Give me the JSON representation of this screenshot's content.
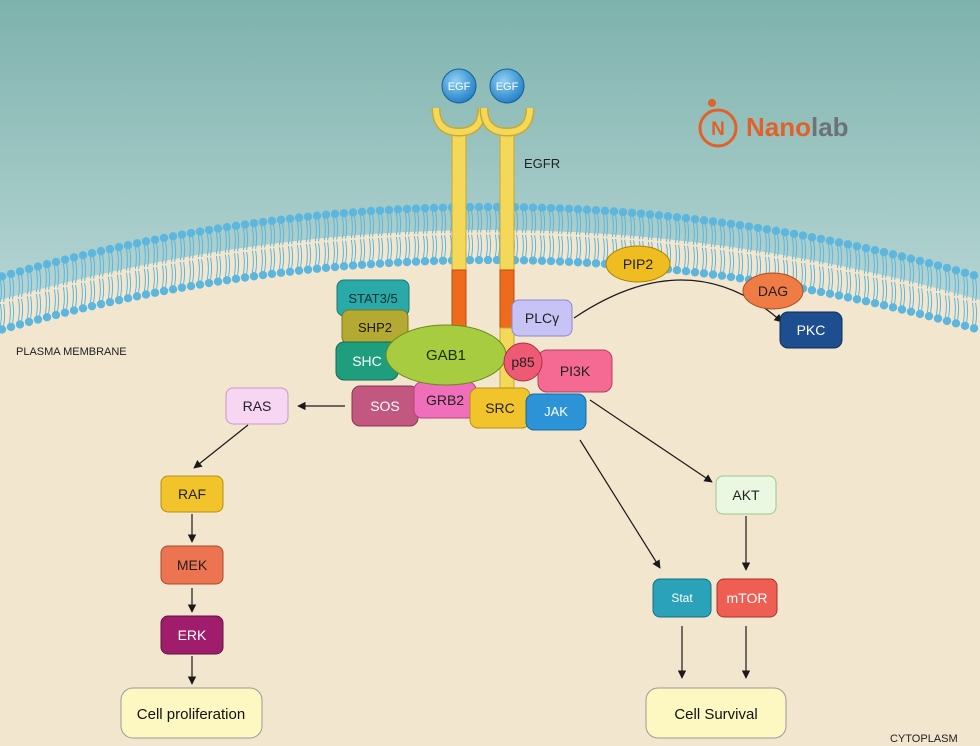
{
  "logo": {
    "letter": "N",
    "text_a": "Nano",
    "text_b": "lab",
    "color_orange": "#e0622a",
    "color_gray": "#6d7378"
  },
  "labels": {
    "plasma_membrane": "PLASMA MEMBRANE",
    "cytoplasm": "CYTOPLASM",
    "egfr": "EGFR"
  },
  "ligands": [
    "EGF",
    "EGF"
  ],
  "nodes": {
    "stat35": "STAT3/5",
    "shp2": "SHP2",
    "shc": "SHC",
    "gab1": "GAB1",
    "sos": "SOS",
    "grb2": "GRB2",
    "src": "SRC",
    "p85": "p85",
    "pi3k": "PI3K",
    "jak": "JAK",
    "plcg": "PLCγ",
    "pip2": "PIP2",
    "dag": "DAG",
    "pkc": "PKC",
    "ras": "RAS",
    "raf": "RAF",
    "mek": "MEK",
    "erk": "ERK",
    "akt": "AKT",
    "stat": "Stat",
    "mtor": "mTOR"
  },
  "outcomes": {
    "proliferation": "Cell proliferation",
    "survival": "Cell Survival"
  },
  "colors": {
    "sky_top": "#7fb3ad",
    "cytoplasm": "#f3e6cf",
    "membrane": "#5cb6dd",
    "receptor": "#f4d85a",
    "receptor_tm": "#ee6a1c",
    "egf": "#2d8fd3"
  }
}
